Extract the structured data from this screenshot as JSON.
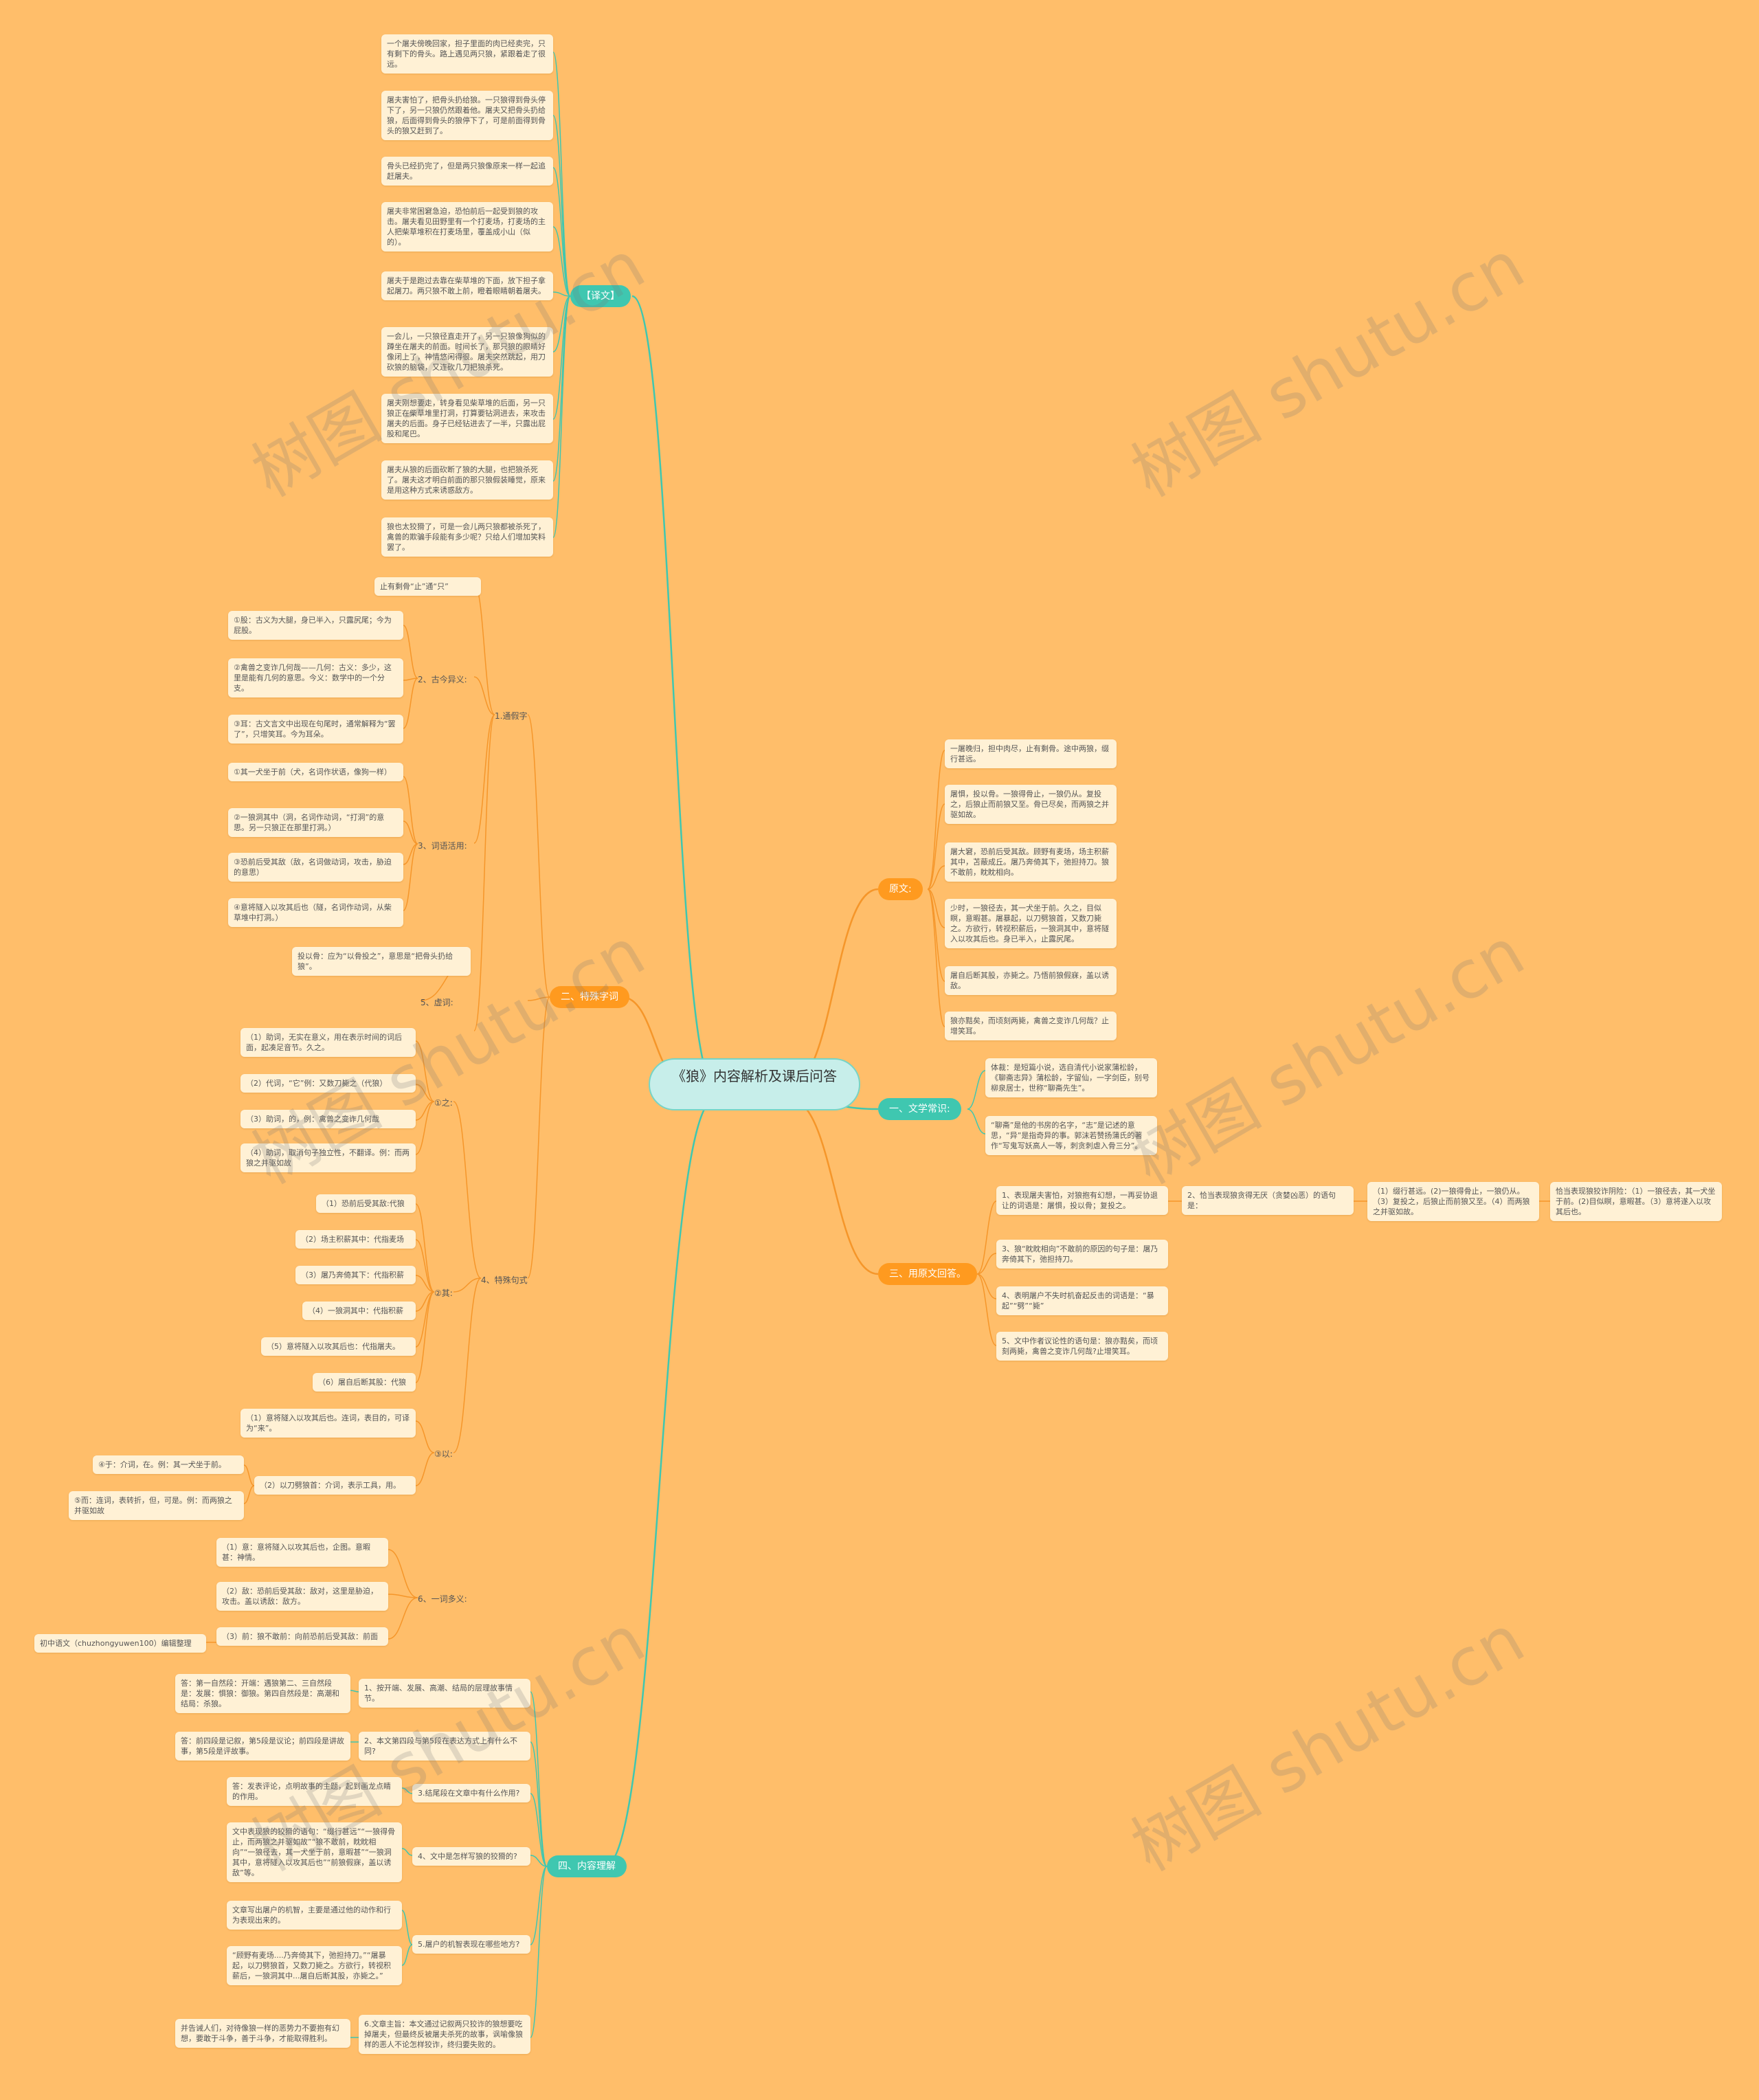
{
  "title": "《狼》内容解析及课后问答",
  "watermark": "树图 shutu.cn",
  "colors": {
    "background": "#FFBE6A",
    "teal": "#3FC7B0",
    "orange": "#FF9A1F",
    "leaf": "#FFF1D5"
  },
  "pingwen": {
    "label": "【译文】",
    "items": [
      "一个屠夫傍晚回家，担子里面的肉已经卖完，只有剩下的骨头。路上遇见两只狼，紧跟着走了很远。",
      "屠夫害怕了，把骨头扔给狼。一只狼得到骨头停下了，另一只狼仍然跟着他。屠夫又把骨头扔给狼，后面得到骨头的狼停下了，可是前面得到骨头的狼又赶到了。",
      "骨头已经扔完了，但是两只狼像原来一样一起追赶屠夫。",
      "屠夫非常困窘急迫，恐怕前后一起受到狼的攻击。屠夫看见田野里有一个打麦场，打麦场的主人把柴草堆积在打麦场里，覆盖成小山（似的）。",
      "屠夫于是跑过去靠在柴草堆的下面，放下担子拿起屠刀。两只狼不敢上前，瞪着眼睛朝着屠夫。",
      "一会儿，一只狼径直走开了，另一只狼像狗似的蹲坐在屠夫的前面。时间长了，那只狼的眼睛好像闭上了，神情悠闲得很。屠夫突然跳起，用刀砍狼的脑袋，又连砍几刀把狼杀死。",
      "屠夫刚想要走，转身看见柴草堆的后面，另一只狼正在柴草堆里打洞，打算要钻洞进去，来攻击屠夫的后面。身子已经钻进去了一半，只露出屁股和尾巴。",
      "屠夫从狼的后面砍断了狼的大腿，也把狼杀死了。屠夫这才明白前面的那只狼假装睡觉，原来是用这种方式来诱惑敌方。",
      "狼也太狡猾了，可是一会儿两只狼都被杀死了，禽兽的欺骗手段能有多少呢？只给人们增加笑料罢了。"
    ]
  },
  "teshu": {
    "label": "二、特殊字词",
    "tongjia": {
      "label": "1.通假字",
      "item": "止有剩骨“止”通“只”"
    },
    "gujin": {
      "label": "2、古今异义:",
      "items": [
        "①股：古义为大腿，身已半入，只露尻尾；今为屁股。",
        "②禽兽之变诈几何哉——几何：古义：多少，这里是能有几何的意思。今义：数学中的一个分支。",
        "③耳：古文言文中出现在句尾时，通常解释为“罢了”，只增笑耳。今为耳朵。"
      ]
    },
    "cilei": {
      "label": "3、词语活用:",
      "items": [
        "①其一犬坐于前（犬，名词作状语，像狗一样）",
        "②一狼洞其中（洞，名词作动词，“打洞”的意思。另一只狼正在那里打洞。）",
        "③恐前后受其敌（敌，名词做动词，攻击，胁迫的意思）",
        "④意将隧入以攻其后也（隧，名词作动词，从柴草堆中打洞。）"
      ]
    },
    "xuci": {
      "label": "5、虚词:",
      "item": "投以骨：应为“以骨投之”，意思是“把骨头扔给狼”。"
    },
    "juzi": {
      "label": "4、特殊句式",
      "zhi": {
        "label": "①之:",
        "items": [
          "（1）助词，无实在意义，用在表示时间的词后面，起凑足音节。久之。",
          "（2）代词，“它”例：又数刀毙之（代狼）",
          "（3）助词，的，例：禽兽之变诈几何哉",
          "（4）助词，取消句子独立性，不翻译。例：而两狼之并驱如故"
        ]
      },
      "qi": {
        "label": "②其:",
        "items": [
          "（1）恐前后受其敌:代狼",
          "（2）场主积薪其中：代指麦场",
          "（3）屠乃奔倚其下：代指积薪",
          "（4）一狼洞其中：代指积薪",
          "（5）意将隧入以攻其后也：代指屠夫。",
          "（6）屠自后断其股：代狼"
        ]
      },
      "yi": {
        "label": "③以:",
        "items": [
          "（1）意将隧入以攻其后也。连词，表目的，可译为“来”。",
          "（2）以刀劈狼首：介词，表示工具，用。"
        ],
        "sub": [
          "④于：介词，在。例：其一犬坐于前。",
          "⑤而：连词，表转折，但，可是。例：而两狼之并驱如故"
        ]
      }
    },
    "duoyi": {
      "label": "6、一词多义:",
      "items": [
        "（1）意：意将隧入以攻其后也，企图。意暇甚：神情。",
        "（2）敌：恐前后受其敌：敌对，这里是胁迫，攻击。盖以诱敌：敌方。",
        "（3）前：狼不敢前：向前恐前后受其敌：前面"
      ],
      "credit": "初中语文（chuzhongyuwen100）编辑整理"
    }
  },
  "yuanwen": {
    "label": "原文:",
    "items": [
      "一屠晚归，担中肉尽，止有剩骨。途中两狼，缀行甚远。",
      "屠惧，投以骨。一狼得骨止，一狼仍从。复投之，后狼止而前狼又至。骨已尽矣，而两狼之并驱如故。",
      "屠大窘，恐前后受其敌。顾野有麦场，场主积薪其中，苫蔽成丘。屠乃奔倚其下，弛担持刀。狼不敢前，眈眈相向。",
      "少时，一狼径去，其一犬坐于前。久之，目似瞑，意暇甚。屠暴起，以刀劈狼首，又数刀毙之。方欲行，转视积薪后，一狼洞其中，意将隧入以攻其后也。身已半入，止露尻尾。",
      "屠自后断其股，亦毙之。乃悟前狼假寐，盖以诱敌。",
      "狼亦黠矣，而顷刻两毙，禽兽之变诈几何哉？止增笑耳。"
    ]
  },
  "changshi": {
    "label": "一、文学常识:",
    "items": [
      "体裁：是短篇小说，选自清代小说家蒲松龄，《聊斋志异》蒲松龄，字留仙，一字剑臣，别号柳泉居士，世称“聊斋先生”。",
      "“聊斋”是他的书房的名字，“志”是记述的意思，“异”是指奇异的事。郭沫若赞扬蒲氏的著作“写鬼写妖高人一等，刺贪刺虐入骨三分”。"
    ]
  },
  "huida": {
    "label": "三、用原文回答。",
    "items": [
      "1、表现屠夫害怕，对狼抱有幻想，一再妥协退让的词语是：屠惧，投以骨；复投之。",
      "3、狼“眈眈相向”不敢前的原因的句子是：屠乃奔倚其下，弛担持刀。",
      "4、表明屠户不失时机奋起反击的词语是：“暴起”“劈”“毙”",
      "5、文中作者议论性的语句是：狼亦黠矣，而顷刻两毙，禽兽之变诈几何哉?止增笑耳。"
    ],
    "q2": "2、恰当表现狼贪得无厌（贪婪凶恶）的语句是：",
    "q2a": "（1）缀行甚远。(2)一狼得骨止，一狼仍从。（3）复投之，后狼止而前狼又至。（4）而两狼之并驱如故。",
    "q2b": "恰当表现狼狡诈阴险：（1）一狼径去，其一犬坐于前。(2)目似瞑，意暇甚。（3）意将遂入以攻其后也。"
  },
  "neirong": {
    "label": "四、内容理解",
    "qa": [
      {
        "q": "1、按开端、发展、高潮、结局的层理故事情节。",
        "a": "答：第一自然段：开端：遇狼第二、三自然段是：发展：惧狼：御狼。第四自然段是：高潮和结局：杀狼。"
      },
      {
        "q": "2、本文第四段与第5段在表达方式上有什么不同?",
        "a": "答：前四段是记叙，第5段是议论；前四段是讲故事，第5段是评故事。"
      },
      {
        "q": "3.结尾段在文章中有什么作用?",
        "a": "答：发表评论，点明故事的主题，起到画龙点睛的作用。"
      },
      {
        "q": "4、文中是怎样写狼的狡猾的?",
        "a": "文中表现狼的狡猾的语句：“缀行甚远”“一狼得骨止，而两狼之并驱如故”“狼不敢前，眈眈相向”“一狼径去，其一犬坐于前，意暇甚”“一狼洞其中，意将隧入以攻其后也”“前狼假寐，盖以诱敌”等。"
      },
      {
        "q": "6.文章主旨：本文通过记叙两只狡诈的狼想要吃掉屠夫，但最终反被屠夫杀死的故事，讽喻像狼样的恶人不论怎样狡诈，终归要失败的。",
        "a": "并告诫人们，对待像狼一样的恶势力不要抱有幻想，要敢于斗争，善于斗争，才能取得胜利。"
      }
    ],
    "q5": "5.屠户的机智表现在哪些地方?",
    "q5a": [
      "文章写出屠户的机智，主要是通过他的动作和行为表现出来的。",
      "“顾野有麦场....乃奔倚其下，弛担持刀。”“屠暴起，以刀劈狼首，又数刀毙之。方欲行，转视积薪后，一狼洞其中...屠自后断其股，亦毙之。”"
    ]
  }
}
